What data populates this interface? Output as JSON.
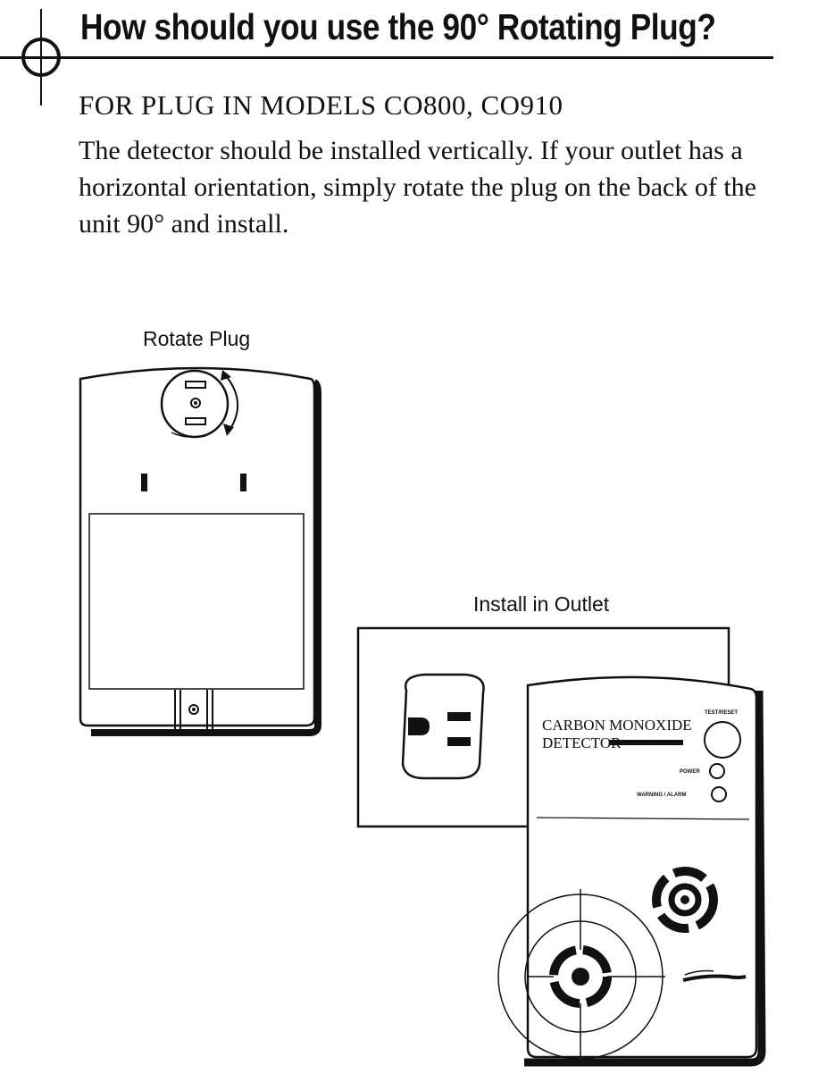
{
  "header": {
    "title": "How should you use the 90° Rotating Plug?"
  },
  "section": {
    "heading": "FOR PLUG IN MODELS CO800, CO910",
    "body": "The detector should be installed vertically. If your outlet has a horizontal orientation, simply rotate the plug on the back of the unit 90° and install."
  },
  "figures": {
    "rotate_caption": "Rotate Plug",
    "install_caption": "Install in Outlet",
    "detector": {
      "brand_line1": "CARBON MONOXIDE",
      "brand_line2": "DETECTOR",
      "button_label": "TEST/RESET",
      "power_label": "POWER",
      "alarm_label": "WARNING / ALARM"
    }
  }
}
